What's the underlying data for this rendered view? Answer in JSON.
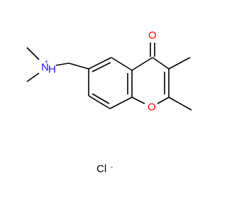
{
  "molecule": {
    "atoms": {
      "amine_n": "N",
      "amine_h": "H",
      "amine_charge": "+",
      "ketone_o": "O",
      "ring_o": "O"
    },
    "counterion": {
      "symbol": "Cl",
      "charge": "-"
    },
    "colors": {
      "bond": "#000000",
      "nitrogen": "#1a1aff",
      "oxygen": "#ff0000",
      "chlorine": "#000000"
    }
  }
}
